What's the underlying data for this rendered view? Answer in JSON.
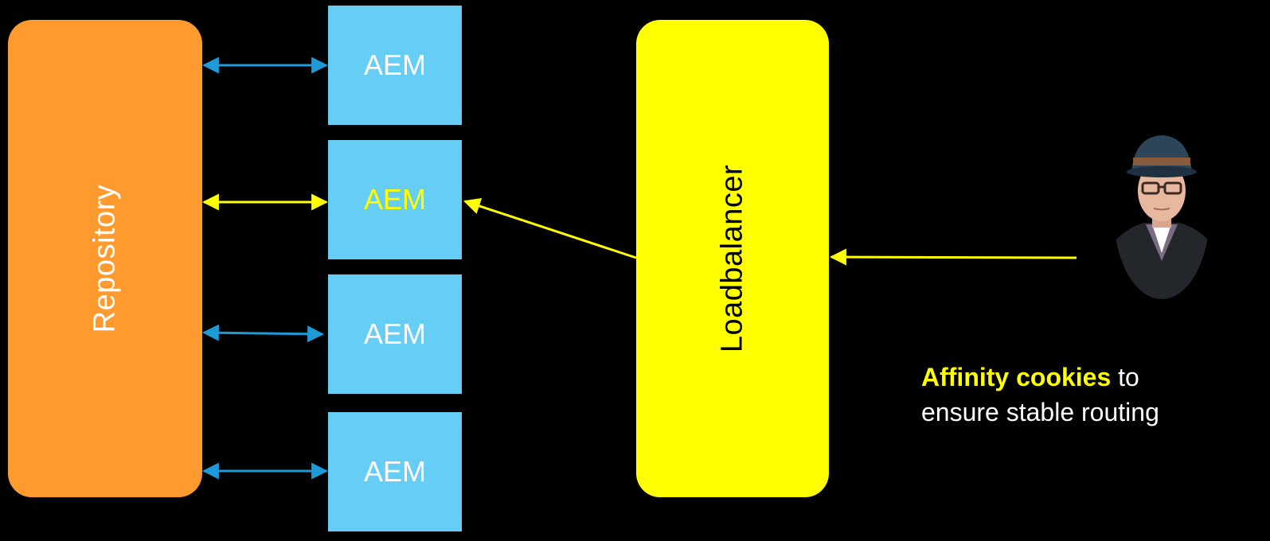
{
  "repository": {
    "label": "Repository",
    "color": "#ff9a2e"
  },
  "aem_nodes": [
    {
      "label": "AEM",
      "active": false
    },
    {
      "label": "AEM",
      "active": true
    },
    {
      "label": "AEM",
      "active": false
    },
    {
      "label": "AEM",
      "active": false
    }
  ],
  "loadbalancer": {
    "label": "Loadbalancer",
    "color": "#ffff00"
  },
  "user": {
    "icon": "user-portrait-icon"
  },
  "caption": {
    "highlight": "Affinity cookies",
    "rest": "to",
    "line2": "ensure stable routing"
  },
  "colors": {
    "background": "#000000",
    "aem_box": "#66cdf5",
    "link_default": "#1e9ad6",
    "link_active": "#ffff00",
    "label_active": "#ffff00"
  }
}
